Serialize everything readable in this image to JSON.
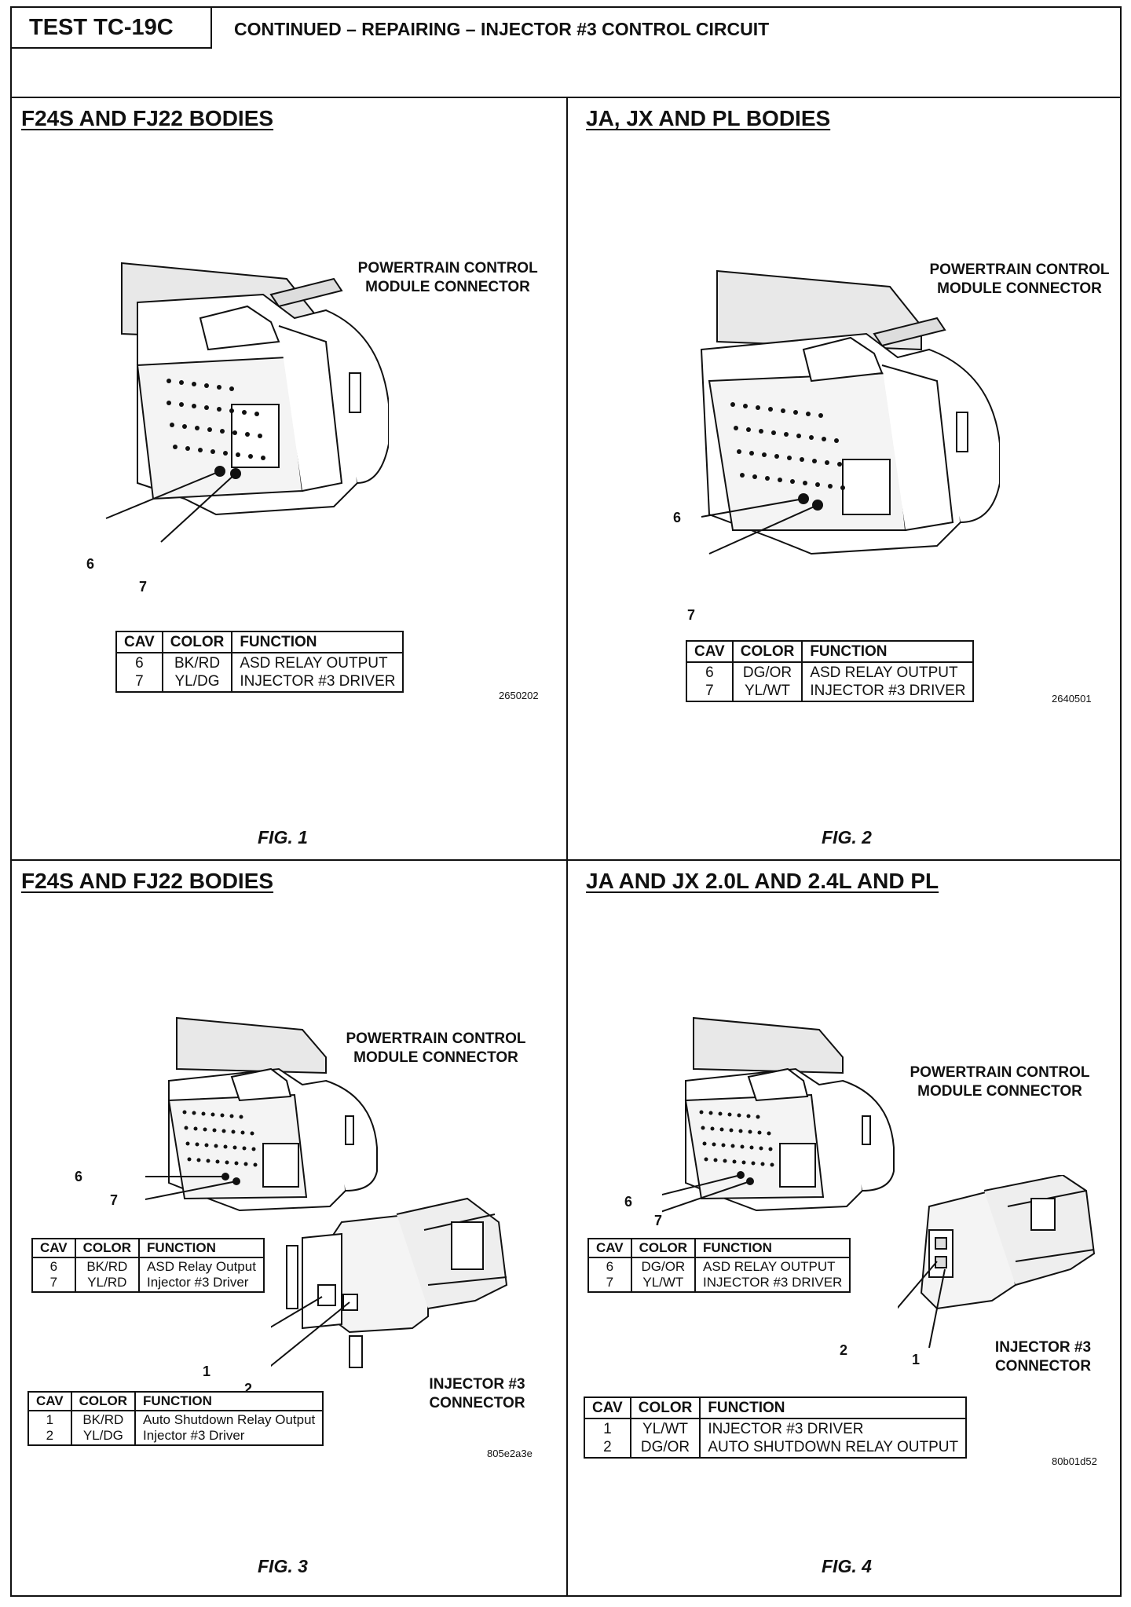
{
  "header": {
    "test_id": "TEST TC-19C",
    "title": "CONTINUED – REPAIRING – INJECTOR #3 CONTROL CIRCUIT"
  },
  "panels": [
    {
      "title": "F24S AND FJ22 BODIES",
      "figure": "FIG. 1",
      "connector_label": [
        "POWERTRAIN CONTROL",
        "MODULE",
        "CONNECTOR"
      ],
      "pins": [
        "6",
        "7"
      ],
      "art_code": "2650202",
      "table": {
        "headers": [
          "CAV",
          "COLOR",
          "FUNCTION"
        ],
        "rows": [
          {
            "cav": "6",
            "color": "BK/RD",
            "function": "ASD RELAY OUTPUT"
          },
          {
            "cav": "7",
            "color": "YL/DG",
            "function": "INJECTOR #3 DRIVER"
          }
        ]
      }
    },
    {
      "title": "JA, JX AND PL BODIES",
      "figure": "FIG. 2",
      "connector_label": [
        "POWERTRAIN",
        "CONTROL MODULE",
        "CONNECTOR"
      ],
      "pins": [
        "6",
        "7"
      ],
      "art_code": "2640501",
      "table": {
        "headers": [
          "CAV",
          "COLOR",
          "FUNCTION"
        ],
        "rows": [
          {
            "cav": "6",
            "color": "DG/OR",
            "function": "ASD RELAY OUTPUT"
          },
          {
            "cav": "7",
            "color": "YL/WT",
            "function": "INJECTOR #3 DRIVER"
          }
        ]
      }
    },
    {
      "title": "F24S AND FJ22 BODIES",
      "figure": "FIG. 3",
      "connector_label": [
        "POWERTRAIN",
        "CONTROL MODULE",
        "CONNECTOR"
      ],
      "pins": [
        "6",
        "7"
      ],
      "injector_label": [
        "INJECTOR #3",
        "CONNECTOR"
      ],
      "injector_pins": [
        "1",
        "2"
      ],
      "art_code": "805e2a3e",
      "table": {
        "headers": [
          "CAV",
          "COLOR",
          "FUNCTION"
        ],
        "rows": [
          {
            "cav": "6",
            "color": "BK/RD",
            "function": "ASD Relay Output"
          },
          {
            "cav": "7",
            "color": "YL/RD",
            "function": "Injector #3 Driver"
          }
        ]
      },
      "injector_table": {
        "headers": [
          "CAV",
          "COLOR",
          "FUNCTION"
        ],
        "rows": [
          {
            "cav": "1",
            "color": "BK/RD",
            "function": "Auto Shutdown Relay Output"
          },
          {
            "cav": "2",
            "color": "YL/DG",
            "function": "Injector #3 Driver"
          }
        ]
      }
    },
    {
      "title": "JA AND JX 2.0L AND 2.4L AND PL",
      "figure": "FIG. 4",
      "connector_label": [
        "POWERTRAIN",
        "CONTROL MODULE",
        "CONNECTOR"
      ],
      "pins": [
        "6",
        "7"
      ],
      "injector_label": [
        "INJECTOR #3",
        "CONNECTOR"
      ],
      "injector_pins": [
        "2",
        "1"
      ],
      "art_code": "80b01d52",
      "table": {
        "headers": [
          "CAV",
          "COLOR",
          "FUNCTION"
        ],
        "rows": [
          {
            "cav": "6",
            "color": "DG/OR",
            "function": "ASD RELAY OUTPUT"
          },
          {
            "cav": "7",
            "color": "YL/WT",
            "function": "INJECTOR #3 DRIVER"
          }
        ]
      },
      "injector_table": {
        "headers": [
          "CAV",
          "COLOR",
          "FUNCTION"
        ],
        "rows": [
          {
            "cav": "1",
            "color": "YL/WT",
            "function": "INJECTOR #3 DRIVER"
          },
          {
            "cav": "2",
            "color": "DG/OR",
            "function": "AUTO SHUTDOWN RELAY OUTPUT"
          }
        ]
      }
    }
  ]
}
